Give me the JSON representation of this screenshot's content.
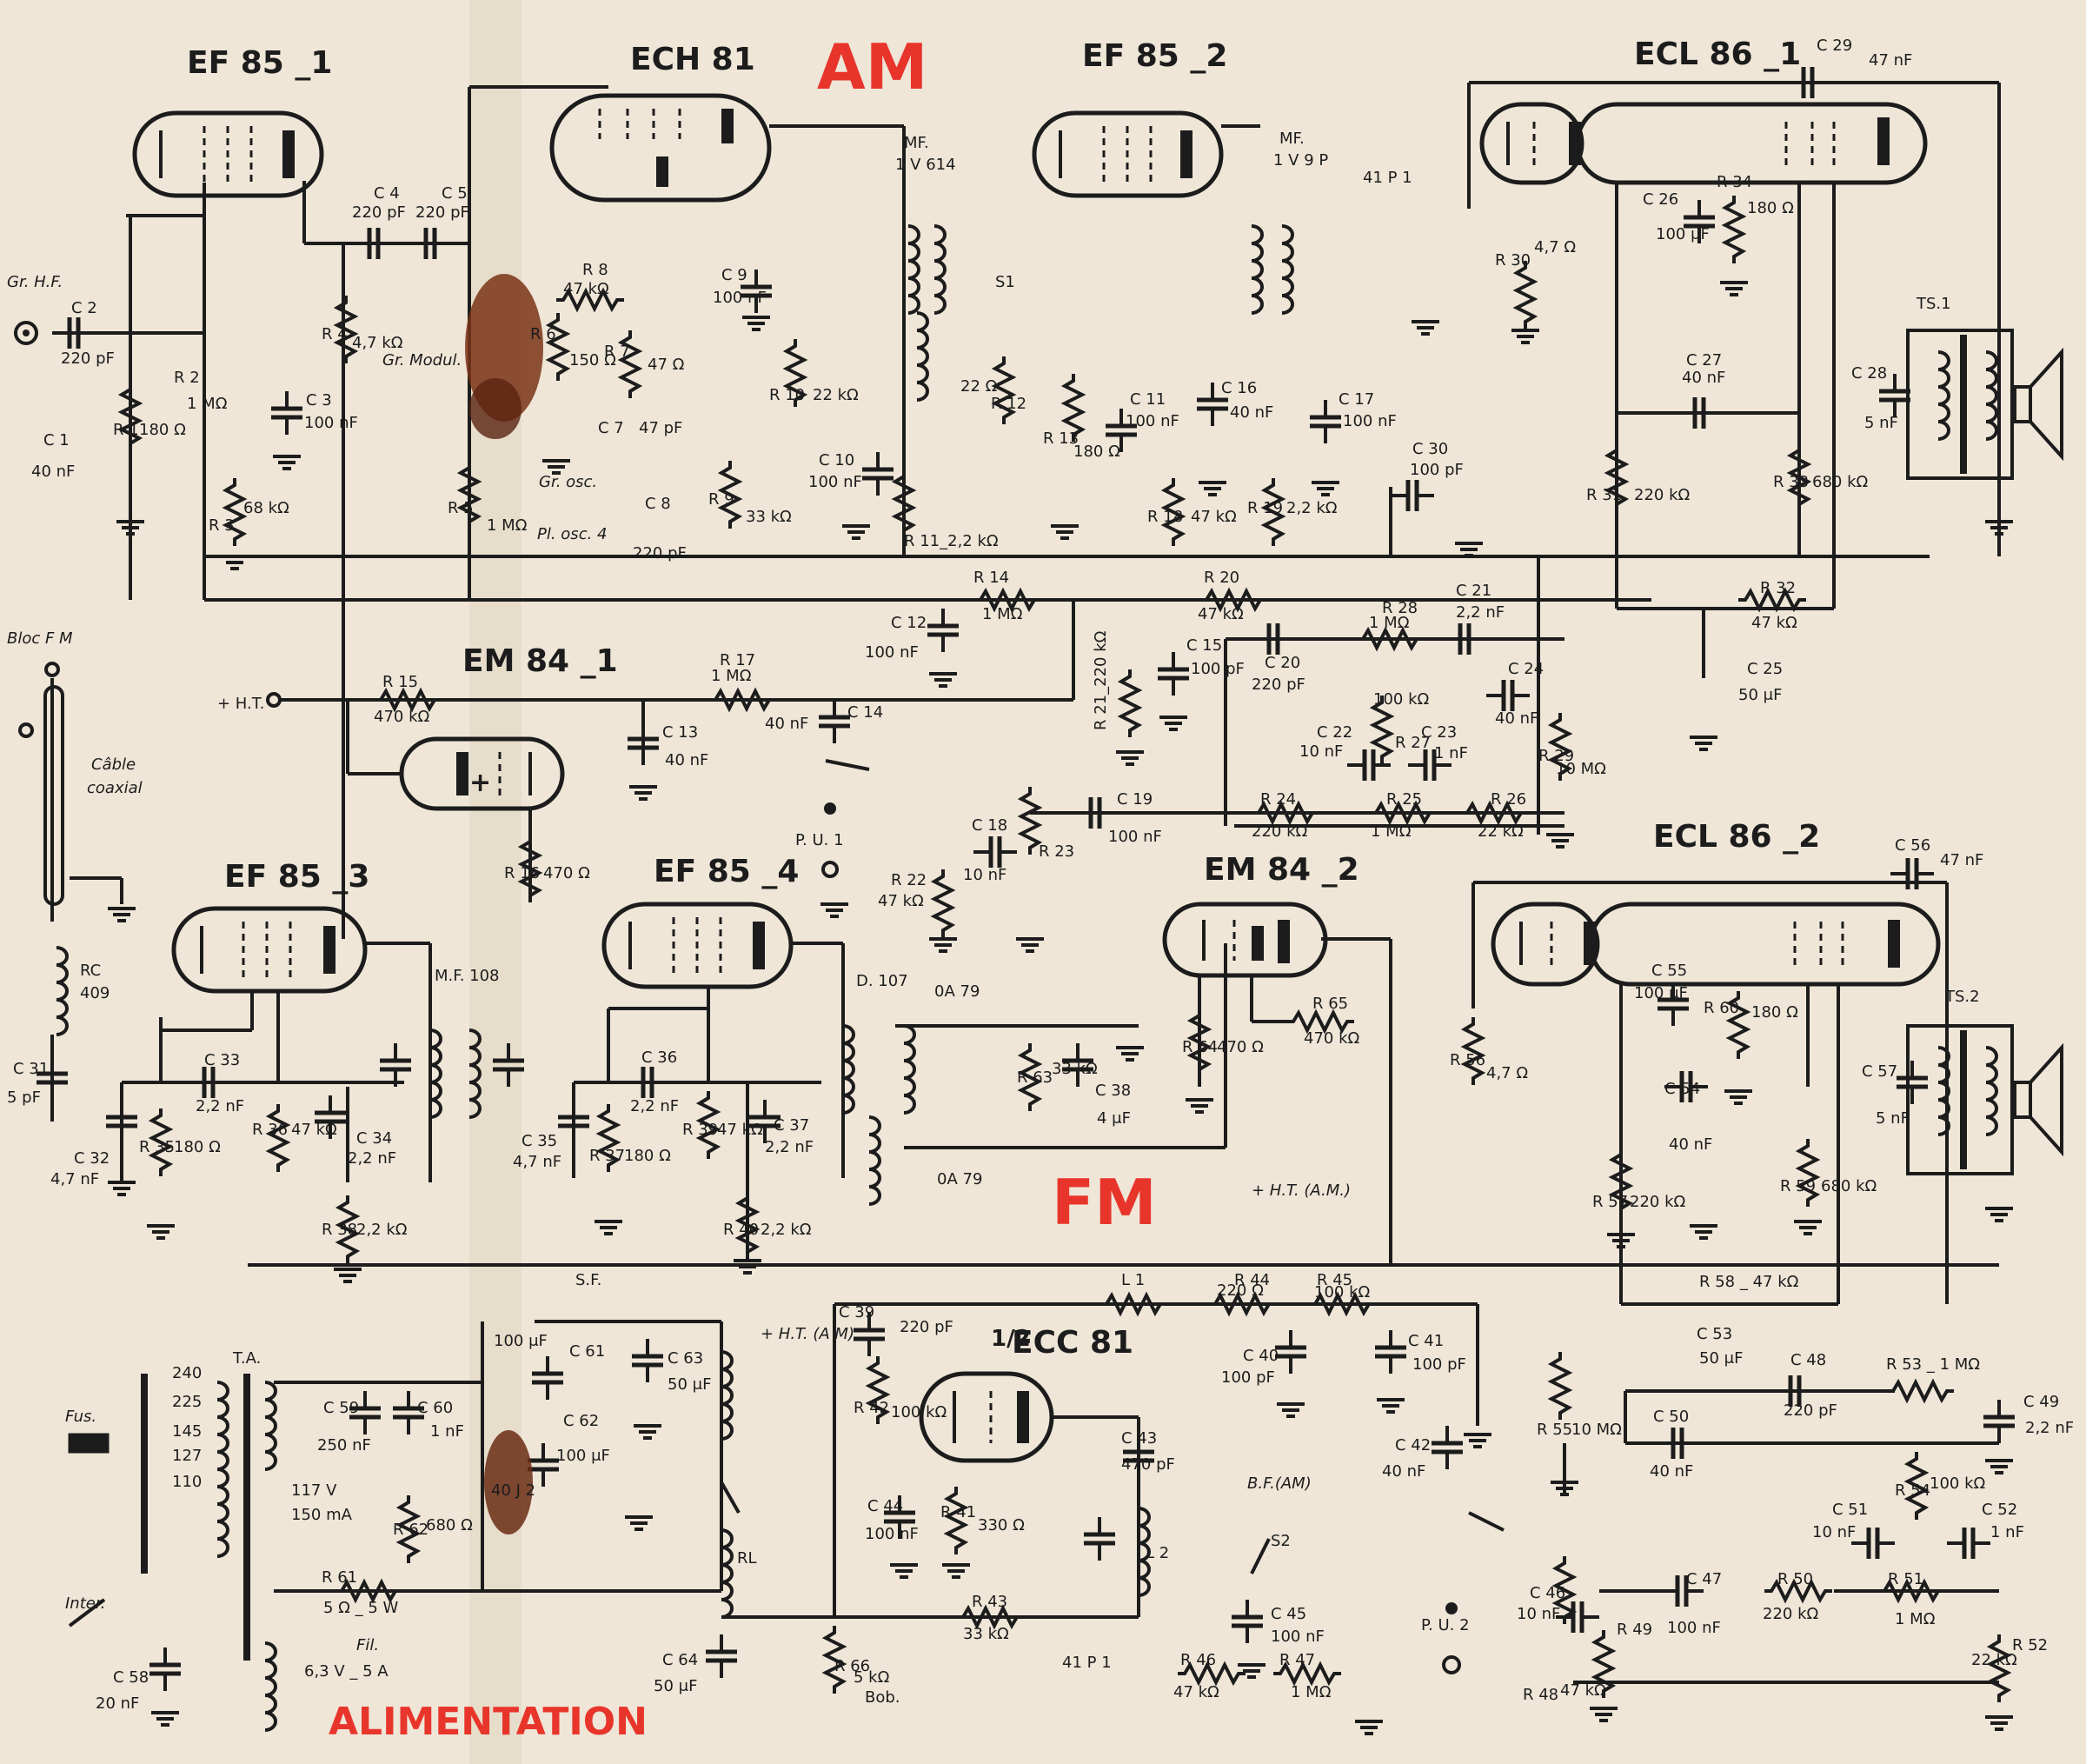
{
  "headers": {
    "am": "AM",
    "fm": "FM",
    "alimentation": "ALIMENTATION"
  },
  "colors": {
    "header_red": "#e8352b",
    "ink": "#1c1c1c",
    "paper": "#efe6d8",
    "stain": "#7a3418"
  },
  "tubes": {
    "ef85_1": "EF 85 _1",
    "ech81": "ECH 81",
    "ef85_2": "EF 85 _2",
    "ecl86_1": "ECL 86 _1",
    "em84_1": "EM 84 _1",
    "ef85_3": "EF 85 _3",
    "ef85_4": "EF 85 _4",
    "em84_2": "EM 84 _2",
    "ecl86_2": "ECL 86 _2",
    "ecc81": "ECC 81",
    "ecc81_half": "1/2"
  },
  "components": {
    "c2": "C 2",
    "c2_v": "220 pF",
    "c1": "C 1",
    "c1_v": "40 nF",
    "r1": "R 1",
    "r1_v": "180 Ω",
    "r2": "R 2",
    "r2_v": "1 MΩ",
    "r3": "R 3",
    "r3_v": "68 kΩ",
    "c3": "C 3",
    "c3_v": "100 nF",
    "r4": "R 4",
    "r4_v": "4,7 kΩ",
    "c4": "C 4",
    "c4_v": "220 pF",
    "c5": "C 5",
    "c5_v": "220 pF",
    "r5": "R 5",
    "r5_v": "1 MΩ",
    "r6": "R 6",
    "r6_v": "150 Ω",
    "r7": "R 7",
    "r7_v": "47 Ω",
    "r8": "R 8",
    "r8_v": "47 kΩ",
    "c7": "C 7",
    "c7_v": "47 pF",
    "c8": "C 8",
    "c8_v": "220 pF",
    "r9": "R 9",
    "r9_v": "33 kΩ",
    "c9": "C 9",
    "c9_v": "100 nF",
    "r10": "R 10",
    "r10_v": "22 kΩ",
    "mf1": "MF.",
    "mf1_v": "1 V 614",
    "s1": "S1",
    "r12": "R 12",
    "r12_v": "22 Ω",
    "c10": "C 10",
    "c10_v": "100 nF",
    "r11": "R 11_2,2 kΩ",
    "r13": "R 13",
    "r13_v": "180 Ω",
    "c11": "C 11",
    "c11_v": "100 nF",
    "c16": "C 16",
    "c16_v": "40 nF",
    "r18": "R 18",
    "r18_v": "47 kΩ",
    "r19": "R 19",
    "r19_v": "2,2 kΩ",
    "mf2": "MF.",
    "mf2_v": "1 V 9 P",
    "d41p1": "41 P 1",
    "c17": "C 17",
    "c17_v": "100 nF",
    "c30": "C 30",
    "c30_v": "100 pF",
    "r30": "R 30",
    "r30_v": "4,7 Ω",
    "c26": "C 26",
    "c26_v": "100 μF",
    "r34": "R 34",
    "r34_v": "180 Ω",
    "c29": "C 29",
    "c29_v": "47 nF",
    "ts1": "TS.1",
    "c28": "C 28",
    "c28_v": "5 nF",
    "c27": "C 27",
    "c27_v": "40 nF",
    "r31": "R 31",
    "r31_v": "220 kΩ",
    "r33": "R 33",
    "r33_v": "680 kΩ",
    "r14": "R 14",
    "r14_v": "1 MΩ",
    "r20": "R 20",
    "r20_v": "47 kΩ",
    "c12": "C 12",
    "c12_v": "100 nF",
    "r32": "R 32",
    "r32_v": "47 kΩ",
    "c25": "C 25",
    "c25_v": "50 μF",
    "r21": "R 21_220 kΩ",
    "c15": "C 15",
    "c15_v": "100 pF",
    "c20": "C 20",
    "c20_v": "220 pF",
    "r28": "R 28",
    "r28_v": "1 MΩ",
    "c21": "C 21",
    "c21_v": "2,2 nF",
    "r27": "R 27",
    "r27_v": "100 kΩ",
    "c24": "C 24",
    "c24_v": "40 nF",
    "c22": "C 22",
    "c22_v": "10 nF",
    "c23": "C 23",
    "c23_v": "1 nF",
    "r29": "R 29",
    "r29_v": "10 MΩ",
    "r24": "R 24",
    "r24_v": "220 kΩ",
    "r25": "R 25",
    "r25_v": "1 MΩ",
    "r26": "R 26",
    "r26_v": "22 kΩ",
    "c19": "C 19",
    "c19_v": "100 nF",
    "ht": "+ H.T.",
    "r15": "R 15",
    "r15_v": "470 kΩ",
    "r17": "R 17",
    "r17_v": "1 MΩ",
    "c13": "C 13",
    "c13_v": "40 nF",
    "c14": "C 14",
    "c14_v": "40 nF",
    "r16": "R 16",
    "r16_v": "470 Ω",
    "pu1": "P. U. 1",
    "c18": "C 18",
    "c18_v": "10 nF",
    "r22": "R 22",
    "r22_v": "47 kΩ",
    "r23": "R 23",
    "bloc_fm": "Bloc F M",
    "cable": "Câble",
    "coaxial": "coaxial",
    "rc": "RC",
    "rc_v": "409",
    "c31": "C 31",
    "c31_v": "5 pF",
    "c32": "C 32",
    "c32_v": "4,7 nF",
    "r35": "R 35",
    "r35_v": "180 Ω",
    "c33": "C 33",
    "c33_v": "2,2 nF",
    "r36": "R 36",
    "r36_v": "47 kΩ",
    "c34": "C 34",
    "c34_v": "2,2 nF",
    "r38": "R 38",
    "r38_v": "2,2 kΩ",
    "mf108": "M.F. 108",
    "c35": "C 35",
    "c35_v": "4,7 nF",
    "r37": "R 37",
    "r37_v": "180 Ω",
    "c36": "C 36",
    "c36_v": "2,2 nF",
    "r39": "R 39",
    "r39_v": "47 kΩ",
    "c37": "C 37",
    "c37_v": "2,2 nF",
    "r40": "R 40",
    "r40_v": "2,2 kΩ",
    "d107": "D. 107",
    "oa79a": "0A 79",
    "oa79b": "0A 79",
    "r63": "R 63",
    "r63_v": "33 kΩ",
    "c38": "C 38",
    "c38_v": "4 μF",
    "r64": "R 64",
    "r64_v": "470 Ω",
    "r65": "R 65",
    "r65_v": "470 kΩ",
    "ht_am": "+ H.T. (A.M.)",
    "r56": "R 56",
    "r56_v": "4,7 Ω",
    "c55": "C 55",
    "c55_v": "100 μF",
    "r60": "R 60",
    "r60_v": "180 Ω",
    "c56": "C 56",
    "c56_v": "47 nF",
    "ts2": "TS.2",
    "c57": "C 57",
    "c57_v": "5 nF",
    "c54": "C 54",
    "c54_v": "40 nF",
    "r57": "R 57",
    "r57_v": "220 kΩ",
    "r59": "R 59",
    "r59_v": "680 kΩ",
    "r58": "R 58 _ 47 kΩ",
    "c53": "C 53",
    "c53_v": "50 μF",
    "sf": "S.F.",
    "c61": "C 61",
    "c61_v": "100 μF",
    "c62": "C 62",
    "c62_v": "100 μF",
    "c63": "C 63",
    "c63_v": "50 μF",
    "ht_am2": "+ H.T. (A M)",
    "ta": "T.A.",
    "fus": "Fus.",
    "inter": "Inter.",
    "c58": "C 58",
    "c58_v": "20 nF",
    "c59": "C 59",
    "c59_v": "250 nF",
    "c60": "C 60",
    "c60_v": "1 nF",
    "r62": "R 62",
    "r62_v": "680 Ω",
    "ta_v": "117 V",
    "ta_i": "150 mA",
    "r61": "R 61",
    "r61_v": "5 Ω _ 5 W",
    "fil": "Fil.",
    "fil_v": "6,3 V _ 5 A",
    "d4012": "40 J 2",
    "taps": [
      "240",
      "225",
      "145",
      "127",
      "110"
    ],
    "rl": "RL",
    "c64": "C 64",
    "c64_v": "50 μF",
    "r66": "R 66",
    "r66_v": "5 kΩ",
    "bob": "Bob.",
    "c39": "C 39",
    "c39_v": "220 pF",
    "r42": "R 42",
    "r42_v": "100 kΩ",
    "c44": "C 44",
    "c44_v": "100 nF",
    "r41": "R 41",
    "r41_v": "330 Ω",
    "c43": "C 43",
    "c43_v": "470 pF",
    "l2": "L 2",
    "d41p1b": "41 P 1",
    "r43": "R 43",
    "r43_v": "33 kΩ",
    "l1": "L 1",
    "r44": "R 44",
    "r44_v": "220 Ω",
    "r45": "R 45",
    "r45_v": "100 kΩ",
    "c40": "C 40",
    "c40_v": "100 pF",
    "c41": "C 41",
    "c41_v": "100 pF",
    "c42": "C 42",
    "c42_v": "40 nF",
    "bf_am": "B.F.(AM)",
    "s2": "S2",
    "c45": "C 45",
    "c45_v": "100 nF",
    "r46": "R 46",
    "r46_v": "47 kΩ",
    "r47": "R 47",
    "r47_v": "1 MΩ",
    "pu2": "P. U. 2",
    "r55": "R 55",
    "r55_v": "10 MΩ",
    "c50": "C 50",
    "c50_v": "40 nF",
    "c48": "C 48",
    "c48_v": "220 pF",
    "r53": "R 53 _ 1 MΩ",
    "c49": "C 49",
    "c49_v": "2,2 nF",
    "r54": "R 54",
    "r54_v": "100 kΩ",
    "c51": "C 51",
    "c51_v": "10 nF",
    "c52": "C 52",
    "c52_v": "1 nF",
    "r51": "R 51",
    "r51_v": "1 MΩ",
    "r50": "R 50",
    "r50_v": "220 kΩ",
    "c47": "C 47",
    "c47_v": "100 nF",
    "r52": "R 52",
    "r52_v": "22 kΩ",
    "c46": "C 46",
    "c46_v": "10 nF",
    "r48": "R 48",
    "r48_v": "47 kΩ",
    "r49": "R 49",
    "gr_hf": "Gr. H.F.",
    "gr_modul": "Gr. Modul.",
    "gr_osc": "Gr. osc.",
    "pl_osc": "Pl. osc. 4"
  }
}
